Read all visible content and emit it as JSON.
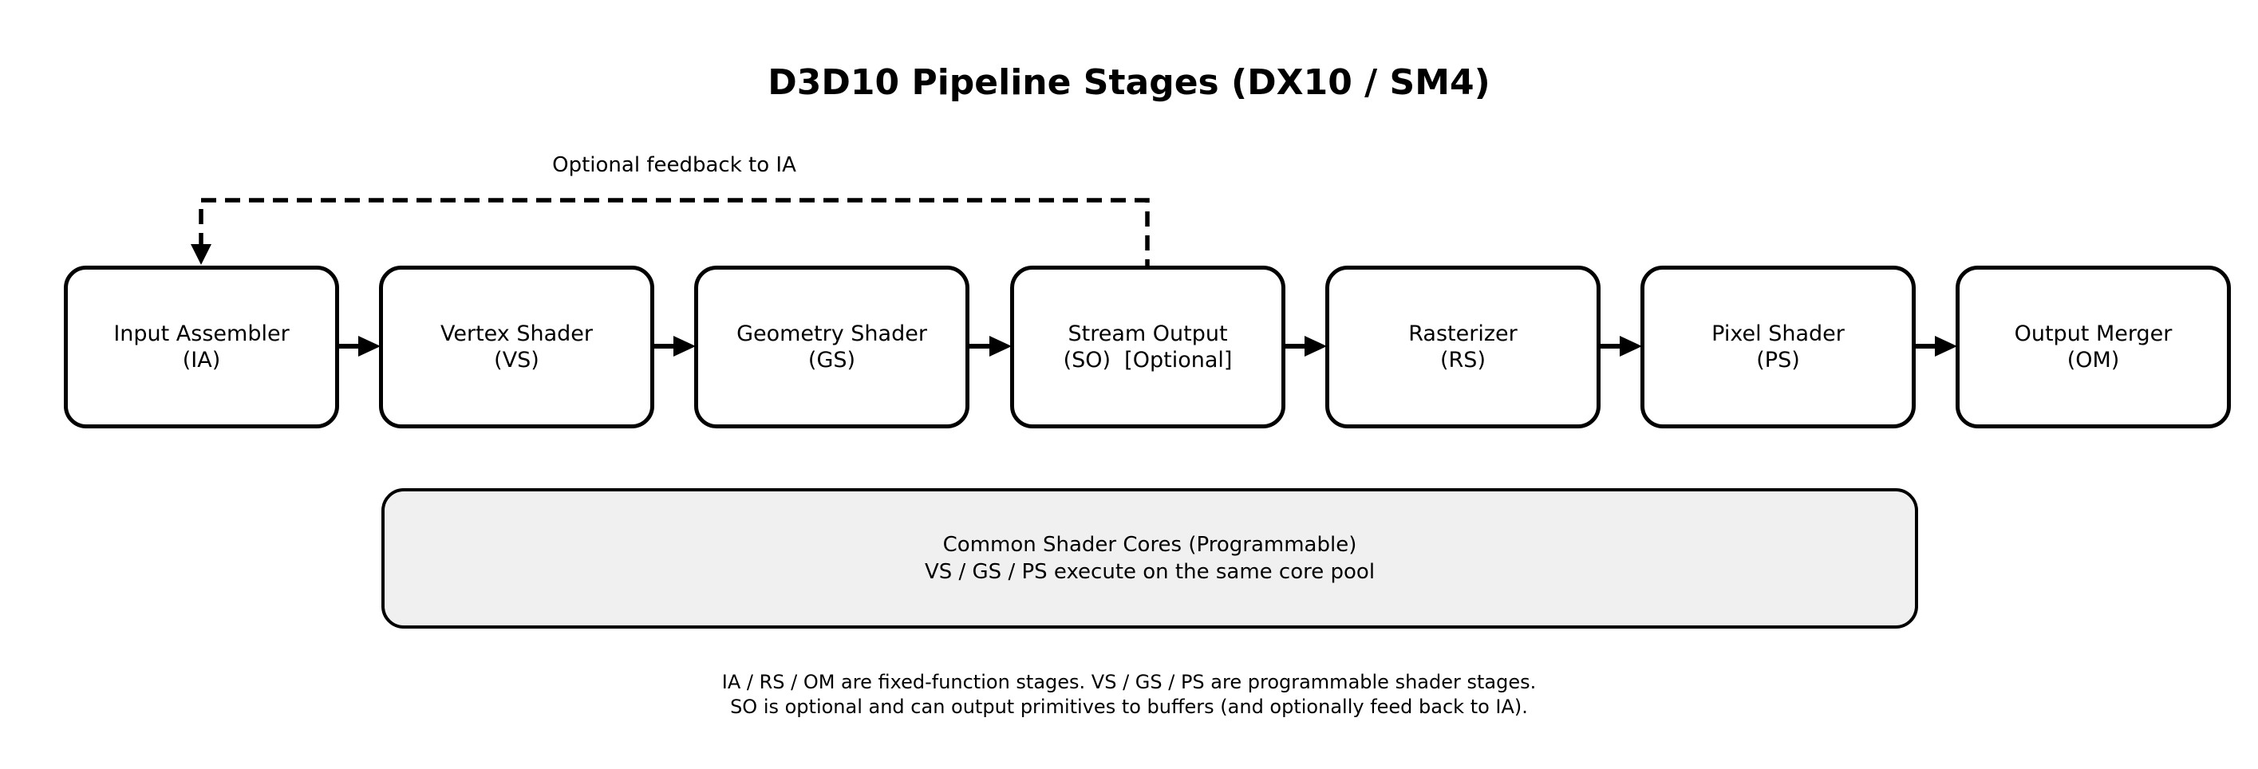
{
  "title": "D3D10 Pipeline Stages (DX10 / SM4)",
  "feedback": {
    "label": "Optional feedback to IA"
  },
  "stages": [
    {
      "id": "ia",
      "name": "Input Assembler",
      "abbr": "(IA)"
    },
    {
      "id": "vs",
      "name": "Vertex Shader",
      "abbr": "(VS)"
    },
    {
      "id": "gs",
      "name": "Geometry Shader",
      "abbr": "(GS)"
    },
    {
      "id": "so",
      "name": "Stream Output",
      "abbr": "(SO)  [Optional]"
    },
    {
      "id": "rs",
      "name": "Rasterizer",
      "abbr": "(RS)"
    },
    {
      "id": "ps",
      "name": "Pixel Shader",
      "abbr": "(PS)"
    },
    {
      "id": "om",
      "name": "Output Merger",
      "abbr": "(OM)"
    }
  ],
  "core_pool": {
    "line1": "Common Shader Cores (Programmable)",
    "line2": "VS / GS / PS execute on the same core pool"
  },
  "footnote": {
    "line1": "IA / RS / OM are fixed-function stages. VS / GS / PS are programmable shader stages.",
    "line2": "SO is optional and can output primitives to buffers (and optionally feed back to IA)."
  },
  "colors": {
    "background": "#ffffff",
    "box_fill": "#ffffff",
    "box_border": "#000000",
    "core_pool_fill": "#f0f0f0",
    "line": "#000000",
    "text": "#000000"
  }
}
